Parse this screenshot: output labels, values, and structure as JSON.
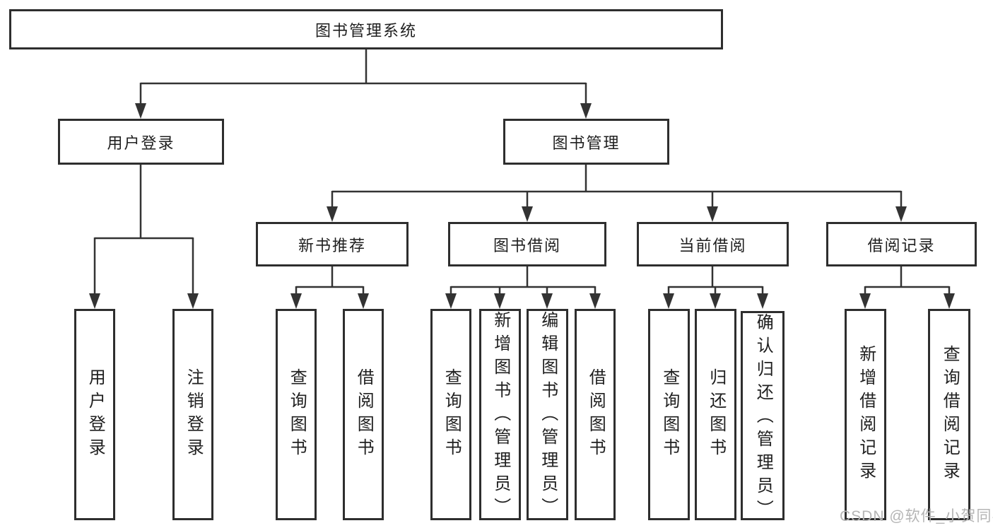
{
  "diagram": {
    "root": {
      "label": "图书管理系统"
    },
    "level2": [
      {
        "label": "用户登录",
        "children": [
          {
            "label": "用户登录"
          },
          {
            "label": "注销登录"
          }
        ]
      },
      {
        "label": "图书管理"
      }
    ],
    "level3": [
      {
        "label": "新书推荐",
        "children": [
          {
            "label": "查询图书"
          },
          {
            "label": "借阅图书"
          }
        ]
      },
      {
        "label": "图书借阅",
        "children": [
          {
            "label": "查询图书"
          },
          {
            "label": "新增图书（管理员）"
          },
          {
            "label": "编辑图书（管理员）"
          },
          {
            "label": "借阅图书"
          }
        ]
      },
      {
        "label": "当前借阅",
        "children": [
          {
            "label": "查询图书"
          },
          {
            "label": "归还图书"
          },
          {
            "label": "确认归还（管理员）"
          }
        ]
      },
      {
        "label": "借阅记录",
        "children": [
          {
            "label": "新增借阅记录"
          },
          {
            "label": "查询借阅记录"
          }
        ]
      }
    ]
  },
  "watermark": {
    "text": "CSDN @软件_小贺同学"
  },
  "colors": {
    "line": "#333333",
    "box_border": "#2e2e2e",
    "text": "#1f1f1f",
    "watermark_text": "#b5b5b5",
    "background": "#ffffff"
  }
}
